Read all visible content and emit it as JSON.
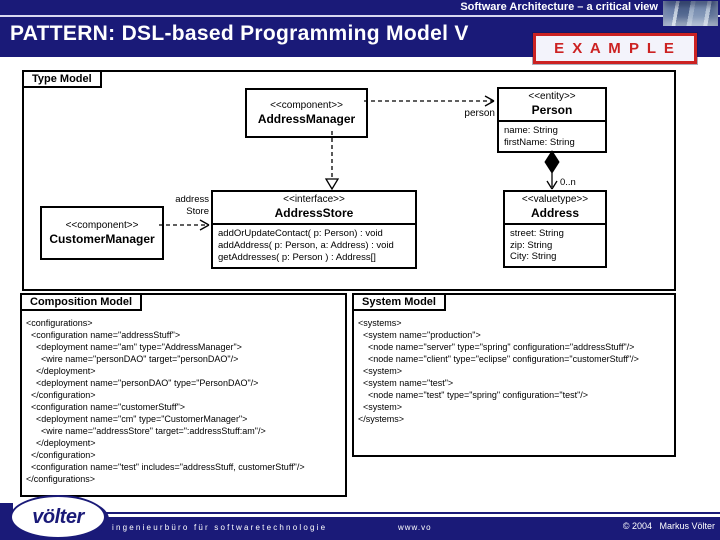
{
  "header": {
    "course_title": "Software Architecture – a critical view",
    "slide_title": "PATTERN: DSL-based Programming Model V",
    "example_badge": "E X A M P L E"
  },
  "type_model": {
    "tab_label": "Type Model",
    "address_manager": {
      "stereotype": "<<component>>",
      "name": "AddressManager"
    },
    "customer_manager": {
      "stereotype": "<<component>>",
      "name": "CustomerManager"
    },
    "person": {
      "stereotype": "<<entity>>",
      "name": "Person",
      "attributes": [
        "name: String",
        "firstName: String"
      ]
    },
    "address": {
      "stereotype": "<<valuetype>>",
      "name": "Address",
      "attributes": [
        "street: String",
        "zip: String",
        "City: String"
      ]
    },
    "address_store": {
      "stereotype": "<<interface>>",
      "name": "AddressStore",
      "operations": [
        "addOrUpdateContact( p: Person) : void",
        "addAddress( p: Person, a: Address) : void",
        "getAddresses( p: Person ) : Address[]"
      ]
    },
    "edge_labels": {
      "person_ref": "person",
      "multiplicity": "0..n",
      "address_ref_line1": "address",
      "address_ref_line2": "Store"
    }
  },
  "composition_model": {
    "tab_label": "Composition Model",
    "code_lines": [
      "<configurations>",
      "  <configuration name=\"addressStuff\">",
      "    <deployment name=\"am\" type=\"AddressManager\">",
      "      <wire name=\"personDAO\" target=\"personDAO\"/>",
      "    </deployment>",
      "    <deployment name=\"personDAO\" type=\"PersonDAO\"/>",
      "  </configuration>",
      "  <configuration name=\"customerStuff\">",
      "    <deployment name=\"cm\" type=\"CustomerManager\">",
      "      <wire name=\"addressStore\" target=\":addressStuff:am\"/>",
      "    </deployment>",
      "  </configuration>",
      "  <configuration name=\"test\" includes=\"addressStuff, customerStuff\"/>",
      "</configurations>"
    ]
  },
  "system_model": {
    "tab_label": "System Model",
    "code_lines": [
      "<systems>",
      "  <system name=\"production\">",
      "    <node name=\"server\" type=\"spring\" configuration=\"addressStuff\"/>",
      "    <node name=\"client\" type=\"eclipse\" configuration=\"customerStuff\"/>",
      "  <system>",
      "  <system name=\"test\">",
      "    <node name=\"test\" type=\"spring\" configuration=\"test\"/>",
      "  <system>",
      "</systems>"
    ]
  },
  "footer": {
    "logo_text": "völter",
    "tagline": "ingenieurbüro für softwaretechnologie",
    "url_text": "www.vo",
    "copyright": "© 2004   Markus Völter"
  },
  "colors": {
    "navy": "#1a1a78",
    "stamp_red": "#cc2222"
  }
}
